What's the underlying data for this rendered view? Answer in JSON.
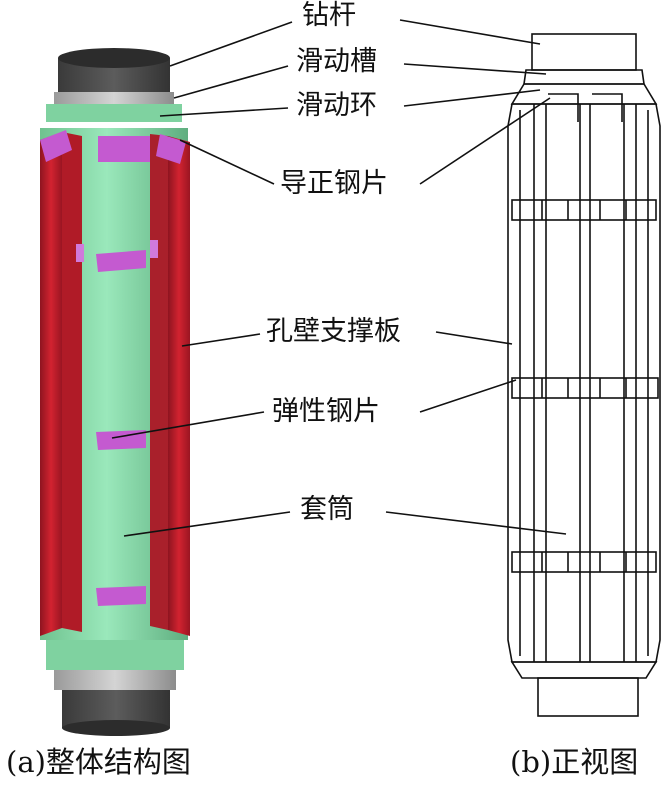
{
  "labels": {
    "drill_rod": "钻杆",
    "sliding_groove": "滑动槽",
    "sliding_ring": "滑动环",
    "guide_steel_plate": "导正钢片",
    "wall_support_plate": "孔壁支撑板",
    "elastic_steel_plate": "弹性钢片",
    "sleeve": "套筒"
  },
  "captions": {
    "left": "(a)整体结构图",
    "right": "(b)正视图"
  },
  "colors": {
    "sleeve_green": "#8fe0b0",
    "support_red": "#c8202c",
    "steel_magenta": "#c45ad0",
    "rod_gray": "#4a4a4a",
    "ring_gray": "#b8b8b8"
  }
}
